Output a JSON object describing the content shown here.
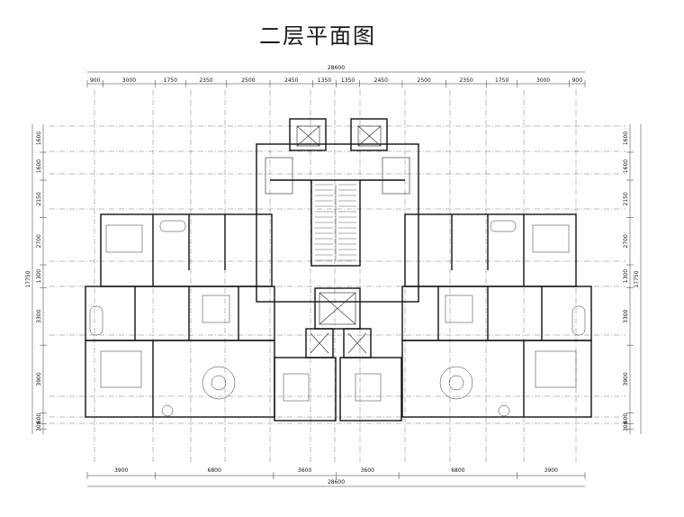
{
  "title": "二层平面图",
  "dims": {
    "top_total": "28600",
    "top_segments": [
      "900",
      "3000",
      "1750",
      "2350",
      "2500",
      "2450",
      "1350",
      "1350",
      "2450",
      "2500",
      "2350",
      "1750",
      "3000",
      "900"
    ],
    "bottom_total": "28600",
    "bottom_segments": [
      "3900",
      "6800",
      "3600",
      "3600",
      "6800",
      "3900"
    ],
    "left_segments": [
      "1600",
      "1600",
      "2150",
      "2700",
      "1300",
      "3300",
      "3900",
      "600",
      "300"
    ],
    "left_total": "17750",
    "right_segments": [
      "1600",
      "1600",
      "2150",
      "2700",
      "1300",
      "3300",
      "3900",
      "600",
      "300"
    ],
    "right_total": "17750"
  },
  "colors": {
    "line": "#111111",
    "dim_line": "#555555",
    "background": "#ffffff"
  }
}
